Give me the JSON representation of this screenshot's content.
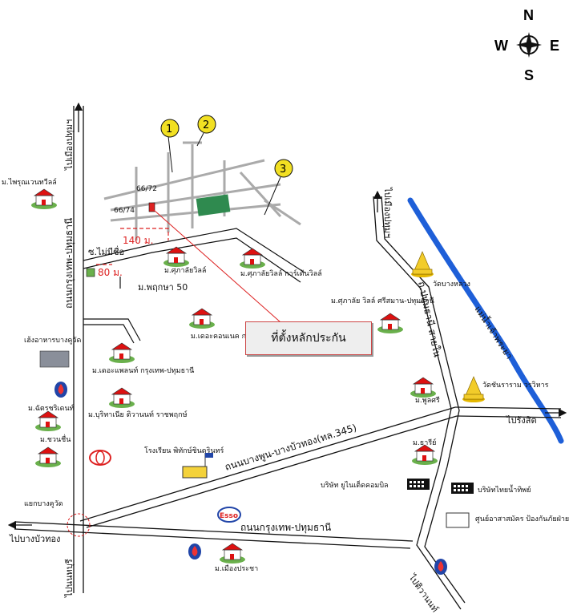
{
  "compass": {
    "n": "N",
    "s": "S",
    "e": "E",
    "w": "W"
  },
  "callout": "ที่ตั้งหลักประกัน",
  "markers": {
    "one": "1",
    "two": "2",
    "three": "3"
  },
  "plots": {
    "a": "66/72",
    "b": "66/74"
  },
  "distances": {
    "d140": "140 ม.",
    "d80": "80 ม."
  },
  "roads": {
    "to_mueang_pathum_left": "ไปเมืองปทุมฯ",
    "krungthep_pathum_vertical": "ถนนกรุงเทพ-ปทุมธานี",
    "to_mueang_pathum_right": "ไปเมืองปทุมฯ",
    "pathum_sai_nai": "ถ.ปทุมธานี-สายใน",
    "bangphun_bangbuathong": "ถนนบางพูน-บางบัวทอง(ทล.345)",
    "krungthep_pathum_horizontal": "ถนนกรุงเทพ-ปทุมธานี",
    "to_bang_bua_thong": "ไปบางบัวทอง",
    "to_rangsit": "ไปรังสิต",
    "to_nonthaburi": "ไปนนทบุรี",
    "to_wiwananthaburi": "ไปติวานนท์",
    "soi_mai_mi_chue": "ซ.ไม่มีชื่อ",
    "soi_phruksa": "ม.พฤกษา 50",
    "chao_phraya": "แม่น้ำเจ้าพระยา"
  },
  "places": {
    "phairin": "ม.ไพรุณเวนทวีลล์",
    "supalai_ville": "ม.ศุภาลัยวิลล์",
    "supalai_garden": "ม.ศุภาลัยวิลล์ การ์เด้นวิลล์",
    "kasem_rubber": "เฮ้งอาหารบางคูวัด",
    "the_connect": "ม.เดอะคอนเนค กรุงเทพ-ปทุมธานี 2",
    "the_planet": "ม.เดอะแพลนท์ กรุงเทพ-ปทุมธานี",
    "chatcharin": "ม.ฉัตรชริเดนท์",
    "chao_prachai": "ม.ชวนชื่น",
    "burithawee": "ม.บุริทาเนีย ติวานนท์ ราชพฤกษ์",
    "school": "โรงเรียน พิทักษ์ชินดรินทร์",
    "supalai_sri": "ม.ศุภาลัย วิลล์ ศรีสมาน-ปทุมธานี",
    "phoonsri": "ม.พูลศรี",
    "rawee": "ม.ธารีย์",
    "wat_bang_luang": "วัดบางหลวง",
    "wat_chan": "วัดชันราราม วรวิหาร",
    "unicorn": "บริษัท ยูไนเต็ดคอมบิล",
    "thaipaet": "บริษัทไทยน้ำทิพย์",
    "training_center": "ศูนย์อาสาสมัคร ป้องกันภัยฝ่ายพลเรือน",
    "mueang_pracha": "ม.เมืองประชา",
    "bang_khu_wat": "แยกบางคูวัด",
    "esso": "Esso"
  }
}
